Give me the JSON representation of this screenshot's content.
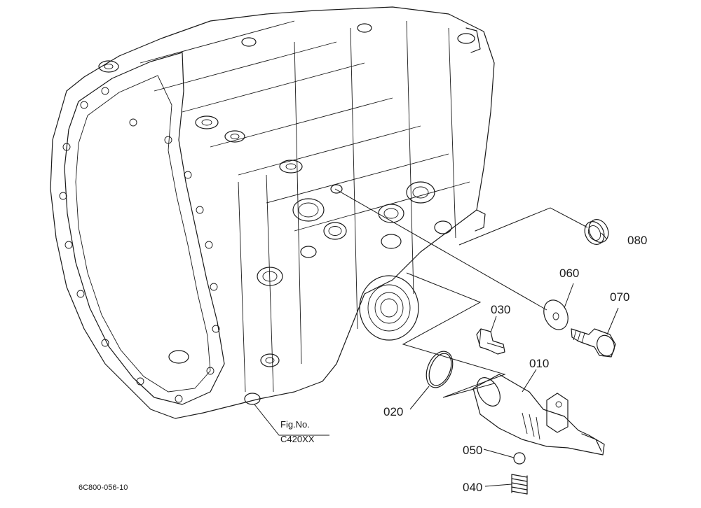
{
  "parts": {
    "p010": "010",
    "p020": "020",
    "p030": "030",
    "p040": "040",
    "p050": "050",
    "p060": "060",
    "p070": "070",
    "p080": "080"
  },
  "figure_ref": {
    "line1": "Fig.No.",
    "line2": "C420XX"
  },
  "doc_code": "6C800-056-10",
  "line_color": "#1a1a1a"
}
